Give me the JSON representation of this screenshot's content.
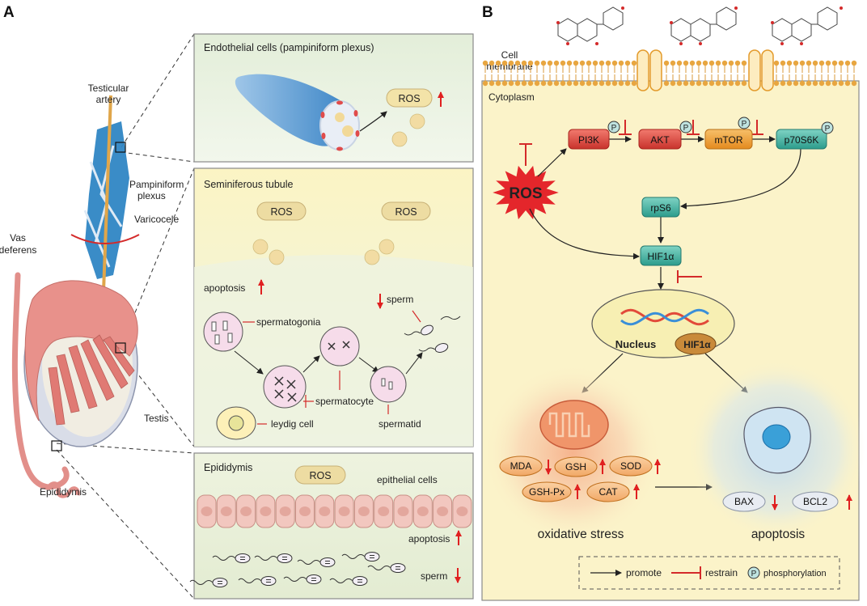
{
  "panel_a": {
    "label": "A",
    "testicular_artery": [
      "Testicular",
      "artery"
    ],
    "pampiniform_plexus": [
      "Pampiniform",
      "plexus"
    ],
    "varicocele": "Varicocele",
    "vas_deferens": [
      "Vas",
      "deferens"
    ],
    "testis": "Testis",
    "epididymis": "Epididymis",
    "endothelial_box": {
      "title": "Endothelial cells (pampiniform plexus)",
      "ros": "ROS"
    },
    "tubule_box": {
      "title": "Seminiferous tubule",
      "ros_left": "ROS",
      "ros_right": "ROS",
      "apoptosis": "apoptosis",
      "sperm": "sperm",
      "spermatogonia": "spermatogonia",
      "spermatocyte": "spermatocyte",
      "spermatid": "spermatid",
      "leydig": "leydig cell"
    },
    "epididymis_box": {
      "title": "Epididymis",
      "ros": "ROS",
      "epithelial": "epithelial cells",
      "apoptosis": "apoptosis",
      "sperm": "sperm"
    }
  },
  "panel_b": {
    "label": "B",
    "cell_membrane": [
      "Cell",
      "membrane"
    ],
    "cytoplasm": "Cytoplasm",
    "ros": "ROS",
    "pi3k": "PI3K",
    "akt": "AKT",
    "mtor": "mTOR",
    "p70s6k": "p70S6K",
    "p_symbol": "P",
    "rps6": "rpS6",
    "hif1a": "HIF1α",
    "nucleus": "Nucleus",
    "hif1a_nucleus": "HIF1α",
    "mda": "MDA",
    "gsh": "GSH",
    "sod": "SOD",
    "gshpx": "GSH-Px",
    "cat": "CAT",
    "bax": "BAX",
    "bcl2": "BCL2",
    "oxidative_stress": "oxidative stress",
    "apoptosis": "apoptosis",
    "legend": {
      "promote": "promote",
      "restrain": "restrain",
      "p": "P",
      "phosphorylation": "phosphorylation"
    }
  },
  "colors": {
    "vein": "#2f86c4",
    "artery": "#e0a64a",
    "tissue": "#e89a94",
    "inhibit": "#d42a2a",
    "up_arrow": "#e02020",
    "ros_burst": "#e4262b",
    "endo_bg": "#e7f1df",
    "tubule_bg": "#fbf6cf",
    "cytoplasm_bg": "#fbf3c9"
  }
}
